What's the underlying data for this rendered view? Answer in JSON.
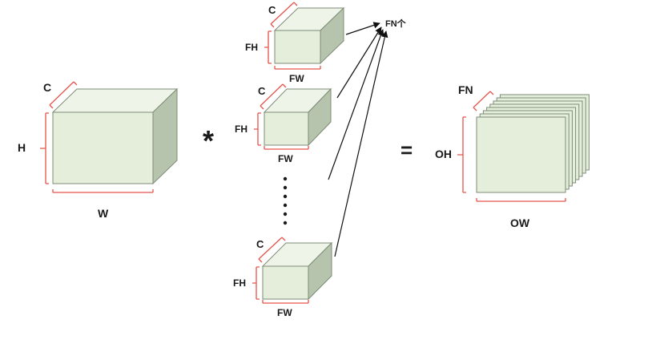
{
  "colors": {
    "face_front": "#e4eedb",
    "face_top": "#eef4e8",
    "face_side": "#b7c4ad",
    "edge": "#7e8c77",
    "bracket": "#e5534b",
    "text": "#1a1a1a",
    "arrow": "#111111"
  },
  "input": {
    "channel_label": "C",
    "height_label": "H",
    "width_label": "W"
  },
  "operator": {
    "convolve": "*",
    "equals": "="
  },
  "filters": {
    "channel_label": "C",
    "height_label": "FH",
    "width_label": "FW",
    "count_label": "FN个",
    "ellipsis": "⋮"
  },
  "output": {
    "count_label": "FN",
    "height_label": "OH",
    "width_label": "OW"
  }
}
